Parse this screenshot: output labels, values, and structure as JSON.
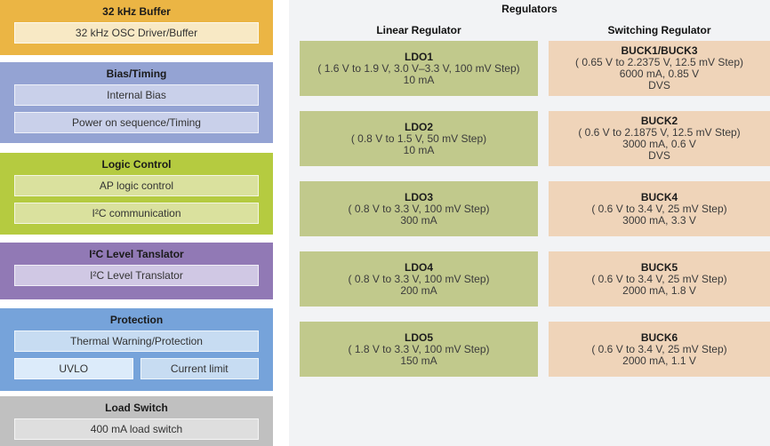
{
  "colors": {
    "buffer_block": "#EBB544",
    "buffer_item": "#F8E9C5",
    "bias_block": "#94A3D3",
    "bias_item": "#C9D0EA",
    "logic_block": "#B5CB40",
    "logic_item": "#DAE19E",
    "i2c_block": "#9179B5",
    "i2c_item": "#D0C8E4",
    "protection_block": "#76A3DA",
    "protection_item": "#C7DCF2",
    "uvlo_item": "#DCEBFA",
    "load_block": "#C0C0C0",
    "load_item": "#DEDEDE",
    "ldo_block": "#C1C98C",
    "buck_block": "#EFD4B9",
    "panel_bg": "#F2F3F5",
    "page_bg": "#FFFFFF"
  },
  "left": {
    "buffer": {
      "title": "32 kHz Buffer",
      "item": "32 kHz OSC Driver/Buffer"
    },
    "bias": {
      "title": "Bias/Timing",
      "item1": "Internal Bias",
      "item2": "Power on sequence/Timing"
    },
    "logic": {
      "title": "Logic Control",
      "item1": "AP logic control",
      "item2": "I²C communication"
    },
    "i2c": {
      "title": "I²C Level Tanslator",
      "item": "I²C Level Translator"
    },
    "protection": {
      "title": "Protection",
      "item1": "Thermal Warning/Protection",
      "item2": "UVLO",
      "item3": "Current limit"
    },
    "load_switch": {
      "title": "Load Switch",
      "item": "400 mA load switch"
    }
  },
  "regulators": {
    "title": "Regulators",
    "linear_header": "Linear Regulator",
    "switching_header": "Switching Regulator",
    "ldo": [
      {
        "name": "LDO1",
        "line1": "( 1.6 V to 1.9 V, 3.0 V–3.3 V, 100 mV Step)",
        "line2": "10 mA"
      },
      {
        "name": "LDO2",
        "line1": "( 0.8 V to 1.5 V, 50 mV Step)",
        "line2": "10 mA"
      },
      {
        "name": "LDO3",
        "line1": "( 0.8 V to 3.3 V, 100 mV Step)",
        "line2": "300 mA"
      },
      {
        "name": "LDO4",
        "line1": "( 0.8 V to 3.3 V, 100 mV Step)",
        "line2": "200 mA"
      },
      {
        "name": "LDO5",
        "line1": "( 1.8 V to 3.3 V, 100 mV Step)",
        "line2": "150 mA"
      }
    ],
    "buck": [
      {
        "name": "BUCK1/BUCK3",
        "line1": "( 0.65 V to 2.2375 V, 12.5 mV Step)",
        "line2": "6000 mA, 0.85 V",
        "line3": "DVS"
      },
      {
        "name": "BUCK2",
        "line1": "( 0.6 V to 2.1875 V, 12.5 mV Step)",
        "line2": "3000 mA, 0.6 V",
        "line3": "DVS"
      },
      {
        "name": "BUCK4",
        "line1": "( 0.6 V to 3.4 V, 25 mV Step)",
        "line2": "3000 mA, 3.3 V"
      },
      {
        "name": "BUCK5",
        "line1": "( 0.6 V to 3.4 V, 25 mV Step)",
        "line2": "2000 mA, 1.8 V"
      },
      {
        "name": "BUCK6",
        "line1": "( 0.6 V to 3.4 V, 25 mV Step)",
        "line2": "2000 mA, 1.1 V"
      }
    ]
  }
}
